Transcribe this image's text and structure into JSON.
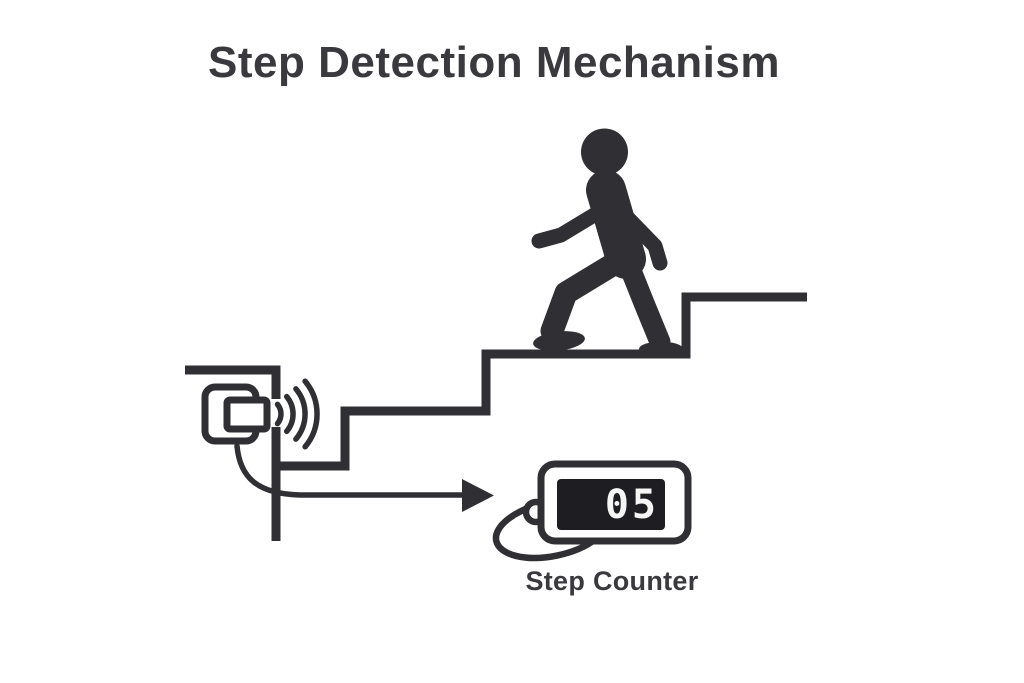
{
  "title": "Step Detection Mechanism",
  "counter": {
    "value": "05",
    "label": "Step Counter"
  },
  "icons": {
    "sensor": "motion-sensor-icon",
    "waves": "signal-waves-icon",
    "person": "person-climbing-stairs-icon",
    "arrow": "arrow-right-icon",
    "device": "step-counter-device-icon",
    "stairs": "staircase"
  },
  "colors": {
    "ink": "#303034",
    "title": "#3a3a3e",
    "display-bg": "#1e1e22",
    "digit": "#f5f5f5",
    "background": "#ffffff"
  }
}
